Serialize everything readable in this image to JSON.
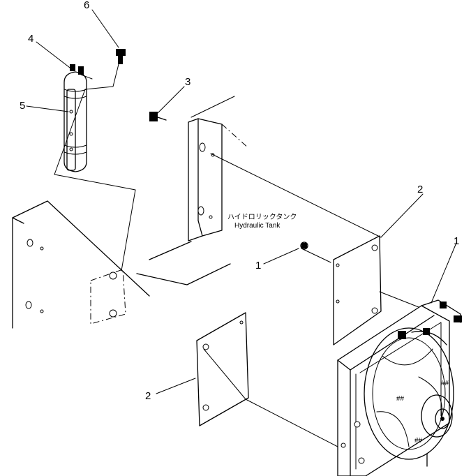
{
  "callouts": {
    "c1_left": "1",
    "c1_right": "1",
    "c2_upper": "2",
    "c2_lower": "2",
    "c3": "3",
    "c4": "4",
    "c5": "5",
    "c6": "6"
  },
  "tank_label": {
    "jp": "ハイドロリックタンク",
    "en": "Hydraulic Tank"
  }
}
